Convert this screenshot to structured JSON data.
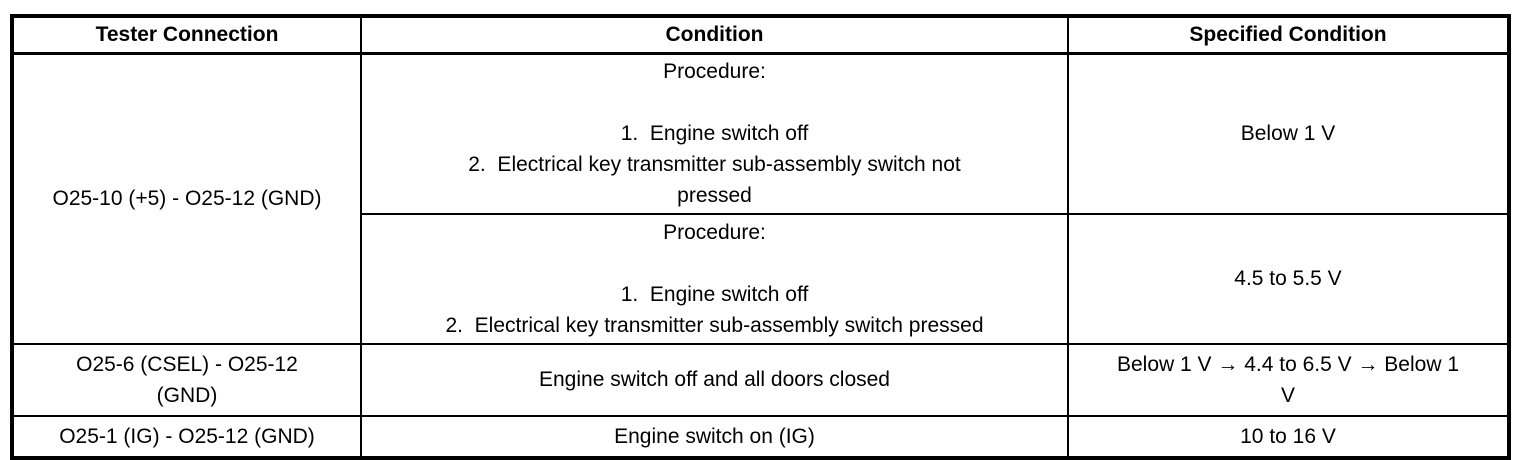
{
  "table": {
    "headers": [
      "Tester Connection",
      "Condition",
      "Specified Condition"
    ],
    "rows": [
      {
        "tester_connection": "O25-10 (+5) - O25-12 (GND)",
        "sub_rows": [
          {
            "condition": "Procedure:\n\n1.  Engine switch off\n2.  Electrical key transmitter sub-assembly switch not\npressed",
            "specified_condition": "Below 1 V"
          },
          {
            "condition": "Procedure:\n\n1.  Engine switch off\n2.  Electrical key transmitter sub-assembly switch pressed",
            "specified_condition": "4.5 to 5.5 V"
          }
        ]
      },
      {
        "tester_connection": "O25-6 (CSEL) - O25-12\n(GND)",
        "condition": "Engine switch off and all doors closed",
        "specified_condition": "Below 1 V → 4.4 to 6.5 V → Below 1\nV"
      },
      {
        "tester_connection": "O25-1 (IG) - O25-12 (GND)",
        "condition": "Engine switch on (IG)",
        "specified_condition": "10 to 16 V"
      }
    ]
  }
}
